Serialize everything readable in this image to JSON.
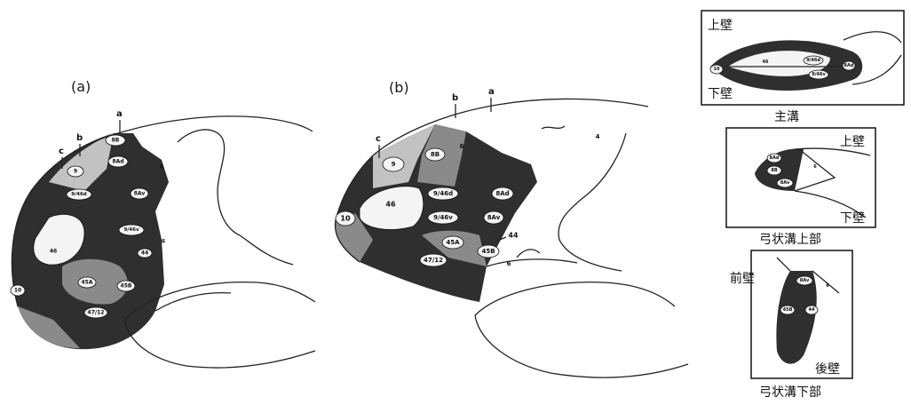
{
  "panel_a": {
    "label": "(a)",
    "markers": [
      "a",
      "b",
      "c"
    ],
    "areas": [
      "8B",
      "8Ad",
      "9",
      "9/46d",
      "8Av",
      "9/46v",
      "46",
      "44",
      "45A",
      "45B",
      "47/12",
      "10",
      "6",
      "6"
    ]
  },
  "panel_b": {
    "label": "(b)",
    "markers": [
      "a",
      "b",
      "c"
    ],
    "areas": [
      "8B",
      "9",
      "9/46d",
      "8Ad",
      "10",
      "46",
      "9/46v",
      "8Av",
      "45A",
      "45B",
      "47/12",
      "6",
      "6",
      "4"
    ],
    "arrow_label": "44"
  },
  "inset_principal": {
    "upper_wall": "上壁",
    "lower_wall": "下壁",
    "caption": "主溝",
    "areas": [
      "9/46d",
      "46",
      "9/46v",
      "10",
      "8Ad"
    ]
  },
  "inset_arcuate_upper": {
    "upper_wall": "上壁",
    "lower_wall": "下壁",
    "caption": "弓状溝上部",
    "areas": [
      "8Ad",
      "8B",
      "8Av",
      "6"
    ]
  },
  "inset_arcuate_lower": {
    "front_wall": "前壁",
    "back_wall": "後壁",
    "caption": "弓状溝下部",
    "areas": [
      "8Av",
      "6",
      "45B",
      "44"
    ]
  }
}
